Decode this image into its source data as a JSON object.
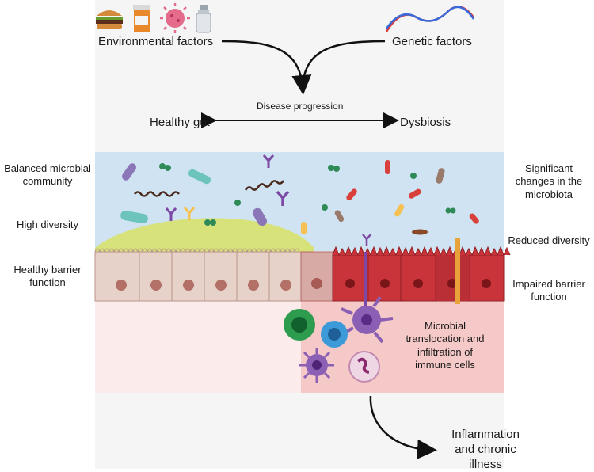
{
  "top": {
    "environmental": "Environmental factors",
    "genetic": "Genetic factors",
    "progression": "Disease progression",
    "healthy": "Healthy gut",
    "dysbiosis": "Dysbiosis"
  },
  "left_labels": {
    "balanced_1": "Balanced microbial",
    "balanced_2": "community",
    "diversity": "High diversity",
    "barrier_1": "Healthy barrier",
    "barrier_2": "function"
  },
  "right_labels": {
    "changes_1": "Significant",
    "changes_2": "changes in the",
    "changes_3": "microbiota",
    "reduced": "Reduced diversity",
    "impaired_1": "Impaired barrier",
    "impaired_2": "function"
  },
  "center": {
    "translocation_1": "Microbial",
    "translocation_2": "translocation and",
    "translocation_3": "infiltration of",
    "translocation_4": "immune cells"
  },
  "bottom": {
    "outcome_1": "Inflammation",
    "outcome_2": "and chronic",
    "outcome_3": "illness"
  },
  "icons": [
    "burger-icon",
    "pill-bottle-icon",
    "virus-icon",
    "spray-bottle-icon",
    "dna-icon"
  ],
  "colors": {
    "lumen": "#cfe3f2",
    "mucus": "#d6e27a",
    "healthy_cell": "#e6cfc6",
    "damaged_cell": "#c9343a",
    "lamina_healthy": "#fbe9e7",
    "lamina_damaged": "#f4c9c7"
  }
}
